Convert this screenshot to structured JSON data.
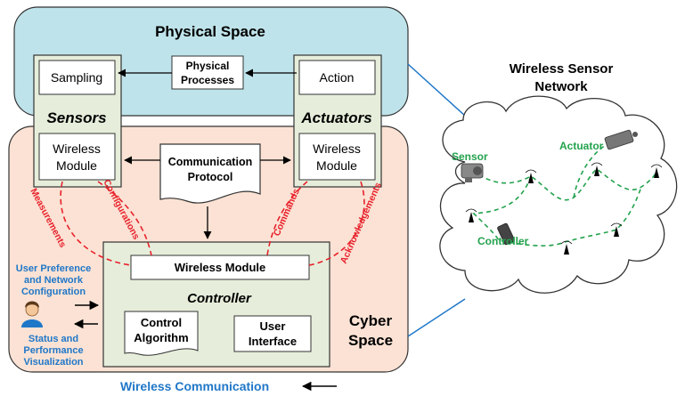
{
  "physical_space": {
    "title": "Physical Space"
  },
  "sampling": {
    "label": "Sampling"
  },
  "physical_processes": {
    "line1": "Physical",
    "line2": "Processes"
  },
  "action": {
    "label": "Action"
  },
  "sensors": {
    "title": "Sensors",
    "module_line1": "Wireless",
    "module_line2": "Module"
  },
  "actuators": {
    "title": "Actuators",
    "module_line1": "Wireless",
    "module_line2": "Module"
  },
  "protocol": {
    "line1": "Communication",
    "line2": "Protocol"
  },
  "links": {
    "measurements": "Measurements",
    "configurations": "Configurations",
    "commands": "Commands",
    "acknowledgements": "Acknowledgements"
  },
  "controller": {
    "wireless_module": "Wireless Module",
    "title": "Controller",
    "control_algorithm_line1": "Control",
    "control_algorithm_line2": "Algorithm",
    "user_interface_line1": "User",
    "user_interface_line2": "Interface"
  },
  "user_side": {
    "pref_line1": "User Preference",
    "pref_line2": "and Network",
    "pref_line3": "Configuration",
    "status_line1": "Status and",
    "status_line2": "Performance",
    "status_line3": "Visualization"
  },
  "cyber_space": {
    "line1": "Cyber",
    "line2": "Space"
  },
  "wsn": {
    "title_line1": "Wireless Sensor",
    "title_line2": "Network",
    "sensor_label": "Sensor",
    "actuator_label": "Actuator",
    "controller_label": "Controller"
  },
  "legend": {
    "wireless_communication": "Wireless Communication"
  },
  "colors": {
    "physical_fill": "#bfe3ea",
    "cyber_fill": "#fbe2d4",
    "device_fill": "#e6eedb",
    "link_red": "#e8212b",
    "net_green": "#23a24d",
    "text_blue": "#1f77c8",
    "line_blue": "#1f77c8"
  }
}
